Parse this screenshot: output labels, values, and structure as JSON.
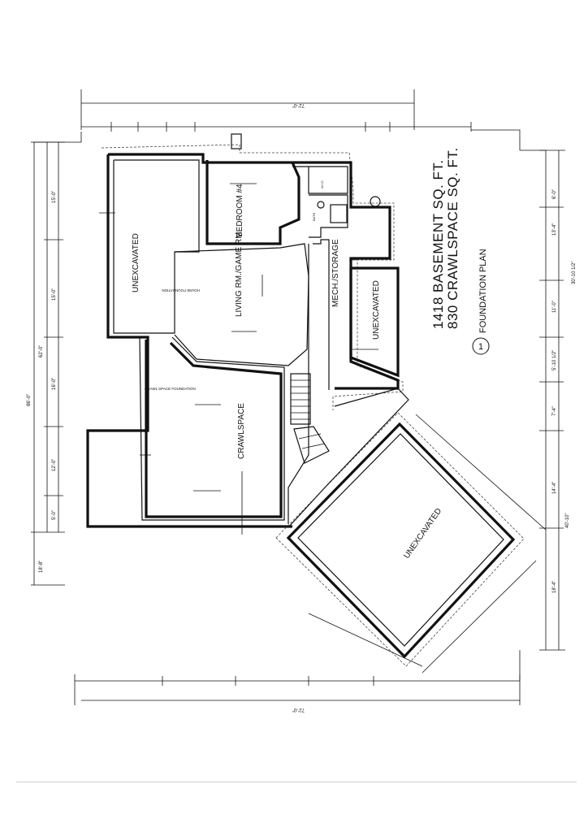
{
  "title": {
    "basement": "1418 BASEMENT SQ. FT.",
    "crawlspace": "830 CRAWLSPACE SQ. FT."
  },
  "plan_label": "FOUNDATION PLAN",
  "plan_number": "1",
  "rooms": {
    "unexcavated_left": "UNEXCAVATED",
    "bedroom": "BEDROOM #4",
    "living": "LIVING RM./GAME RM.",
    "crawlspace": "CRAWLSPACE",
    "mech_storage": "MECH./STORAGE",
    "unexcavated_right": "UNEXCAVATED",
    "unexcavated_angled": "UNEXCAVATED",
    "wic": "W.I.C.",
    "bath": "BATH"
  },
  "notes": {
    "crawl_foundation": "CRAWL SPACE FOUNDATION",
    "house_foundation": "HOUSE FOUNDATION"
  },
  "dimensions": {
    "top_overall": "72'-0\"",
    "bottom_overall": "72'-0\"",
    "left_overall": "62'-0\"",
    "left_outer": "86'-0\"",
    "right_overall": "40'-10\"",
    "right_upper": "30'-10 1/2\"",
    "right_a": "6'-0\"",
    "right_b": "13'-4\"",
    "right_c": "11'-0\"",
    "right_d": "5'-10 1/2\"",
    "right_e": "7'-4\"",
    "right_f": "14'-4\"",
    "right_g": "18'-4\"",
    "left_a": "15'-0\"",
    "left_b": "15'-0\"",
    "left_c": "16'-0\"",
    "left_d": "12'-0\"",
    "left_e": "5'-0\"",
    "left_f": "18'-8\""
  }
}
